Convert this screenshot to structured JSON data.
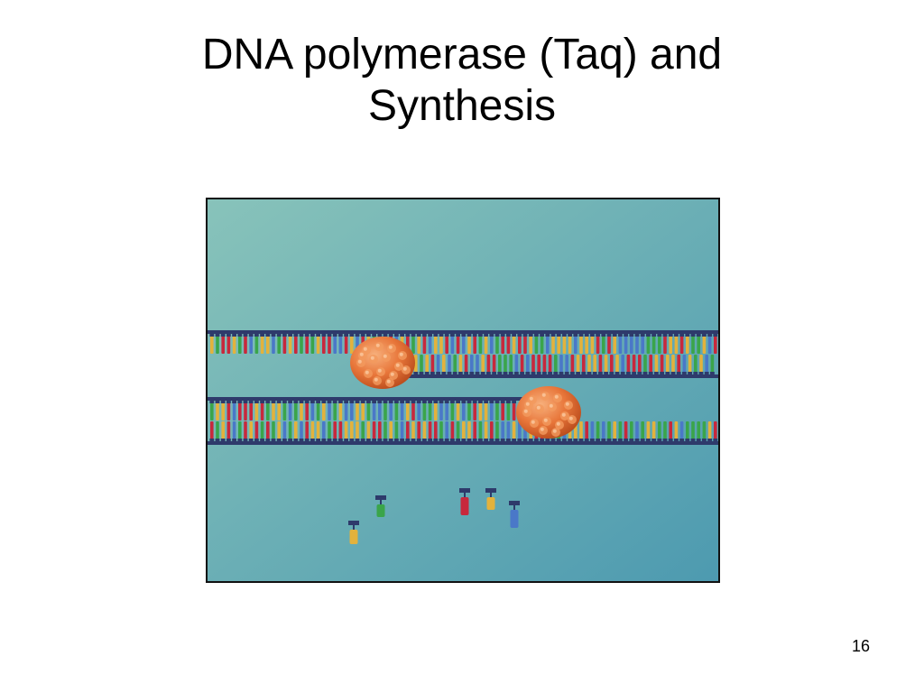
{
  "slide": {
    "title_line1": "DNA polymerase (Taq) and",
    "title_line2": "Synthesis",
    "page_number": "16"
  },
  "colors": {
    "background_top_left": "#88c3ba",
    "background_bottom_right": "#4d9ab0",
    "backbone": "#2e3a6b",
    "enzyme": "#e87a3a",
    "base_red": "#c8283c",
    "base_yellow": "#e3b23c",
    "base_green": "#3aa54a",
    "base_blue": "#4a78c8"
  },
  "illustration": {
    "enzyme_count": 2,
    "free_nucleotide_colors": [
      "yellow",
      "green",
      "red",
      "yellow",
      "blue"
    ]
  }
}
